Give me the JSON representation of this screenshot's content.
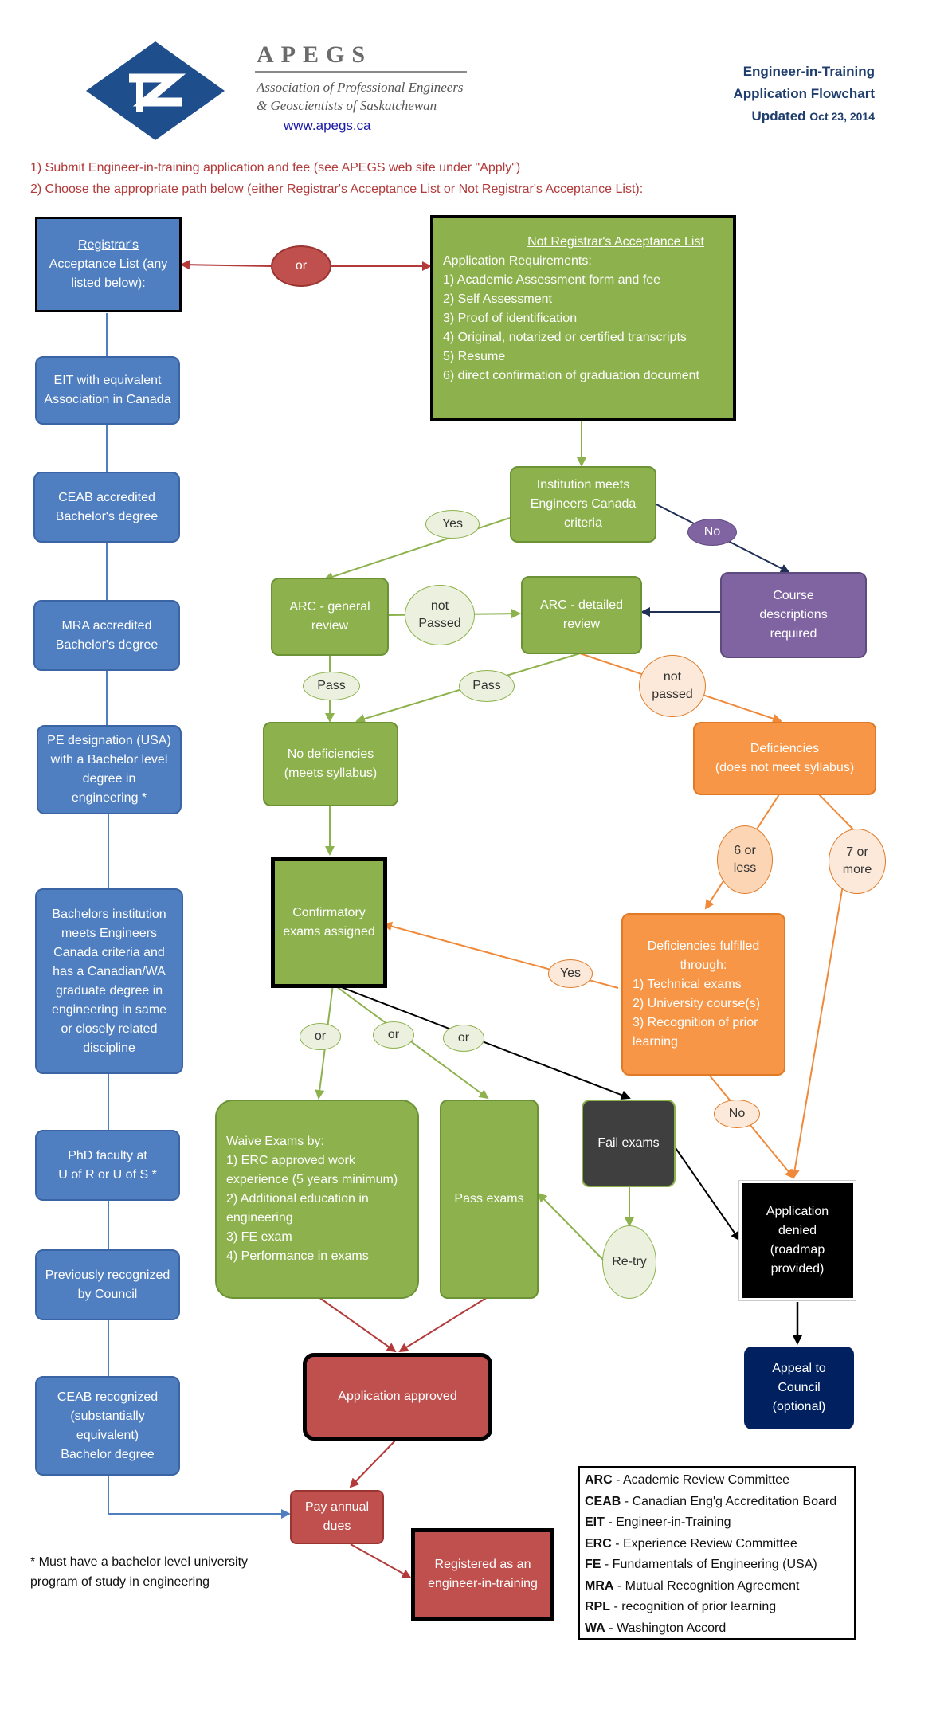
{
  "header": {
    "org_acronym": "APEGS",
    "org_name_line1": "Association of Professional Engineers",
    "org_name_line2": "& Geoscientists of Saskatchewan",
    "website": "www.apegs.ca",
    "title_line1": "Engineer-in-Training",
    "title_line2": "Application Flowchart",
    "updated_label": "Updated",
    "updated_date": "Oct 23, 2014"
  },
  "instructions": {
    "step1": "1) Submit Engineer-in-training application and fee (see APEGS web site under \"Apply\")",
    "step2": "2) Choose the appropriate path below (either Registrar's Acceptance List or Not Registrar's Acceptance List):"
  },
  "colors": {
    "blue": "#4f7fc0",
    "green": "#8db24d",
    "orange": "#f79646",
    "purple": "#8064a2",
    "red": "#c0504d",
    "navy": "#002060",
    "dark": "#3f3f3f"
  },
  "ral": {
    "title_line1": "Registrar's",
    "title_line2": "Acceptance List",
    "title_rest1": " (any",
    "title_rest2": "listed below):",
    "items": [
      [
        "EIT with equivalent",
        "Association in Canada"
      ],
      [
        "CEAB accredited",
        "Bachelor's degree"
      ],
      [
        "MRA accredited",
        "Bachelor's degree"
      ],
      [
        "PE designation (USA)",
        "with a Bachelor level",
        "degree in",
        "engineering *"
      ],
      [
        "Bachelors institution",
        "meets Engineers",
        "Canada criteria and",
        "has a Canadian/WA",
        "graduate degree in",
        "engineering in same",
        "or closely related",
        "discipline"
      ],
      [
        "PhD faculty at",
        "U of R or U of S *"
      ],
      [
        "Previously recognized",
        "by Council"
      ],
      [
        "CEAB recognized",
        "(substantially",
        "equivalent)",
        "Bachelor degree"
      ]
    ]
  },
  "not_ral": {
    "title": "Not Registrar's Acceptance List",
    "subtitle": "Application Requirements:",
    "requirements": [
      "1) Academic Assessment form and fee",
      "2) Self Assessment",
      "3) Proof of identification",
      "4) Original, notarized or certified transcripts",
      "5) Resume",
      "6) direct confirmation of graduation document"
    ]
  },
  "nodes": {
    "institution": [
      "Institution meets",
      "Engineers Canada",
      "criteria"
    ],
    "course_desc": [
      "Course",
      "descriptions",
      "required"
    ],
    "arc_general": [
      "ARC - general",
      "review"
    ],
    "arc_detailed": [
      "ARC  - detailed",
      "review"
    ],
    "no_deficiencies": [
      "No deficiencies",
      "(meets syllabus)"
    ],
    "deficiencies": [
      "Deficiencies",
      "(does not meet syllabus)"
    ],
    "confirmatory": [
      "Confirmatory",
      "exams assigned"
    ],
    "def_fulfilled_title": [
      "Deficiencies fulfilled",
      "through:"
    ],
    "def_fulfilled_items": [
      "1) Technical exams",
      "2) University course(s)",
      "3) Recognition of prior",
      "learning"
    ],
    "waive_title": "Waive Exams by:",
    "waive_items": [
      "1) ERC approved work",
      "experience (5 years minimum)",
      "2) Additional education in",
      "engineering",
      "3) FE exam",
      "4) Performance in exams"
    ],
    "pass_exams": "Pass exams",
    "fail_exams": "Fail exams",
    "denied": [
      "Application",
      "denied",
      "(roadmap",
      "provided)"
    ],
    "appeal": [
      "Appeal to",
      "Council",
      "(optional)"
    ],
    "approved": "Application approved",
    "pay_dues": [
      "Pay annual",
      "dues"
    ],
    "registered": [
      "Registered as an",
      "engineer-in-training"
    ]
  },
  "labels": {
    "or": "or",
    "yes": "Yes",
    "no": "No",
    "not_passed": [
      "not",
      "Passed"
    ],
    "not_passed_lower": [
      "not",
      "passed"
    ],
    "pass": "Pass",
    "six_or_less": [
      "6 or",
      "less"
    ],
    "seven_or_more": [
      "7 or",
      "more"
    ],
    "retry": "Re-try"
  },
  "footnote": [
    "* Must have a bachelor level university",
    "program of study in engineering"
  ],
  "legend": [
    {
      "abbr": "ARC",
      "text": " - Academic Review Committee"
    },
    {
      "abbr": "CEAB",
      "text": " - Canadian Eng'g Accreditation Board"
    },
    {
      "abbr": "EIT",
      "text": " - Engineer-in-Training"
    },
    {
      "abbr": "ERC",
      "text": " - Experience Review Committee"
    },
    {
      "abbr": "FE",
      "text": " - Fundamentals of Engineering (USA)"
    },
    {
      "abbr": "MRA",
      "text": " - Mutual Recognition Agreement"
    },
    {
      "abbr": "RPL",
      "text": " - recognition of prior learning"
    },
    {
      "abbr": "WA",
      "text": " - Washington Accord"
    }
  ]
}
